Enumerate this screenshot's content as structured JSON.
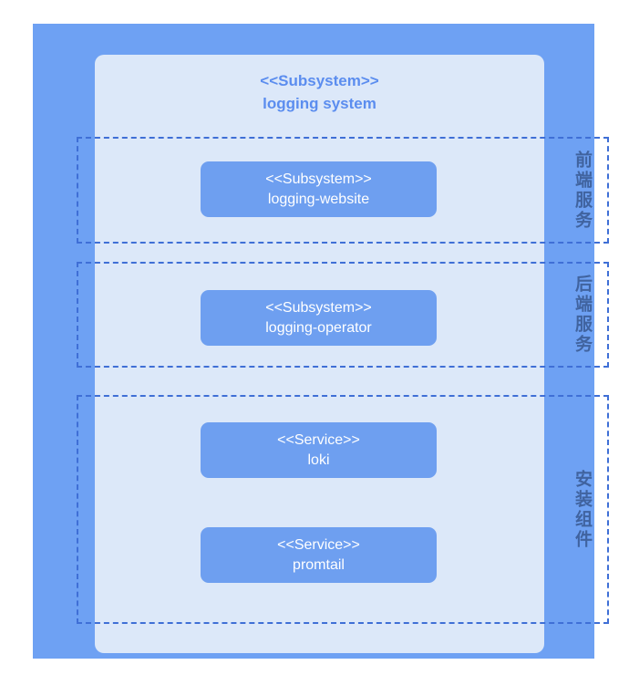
{
  "diagram": {
    "system": {
      "stereotype": "<<Subsystem>>",
      "name": "logging system"
    },
    "lanes": [
      {
        "id": "frontend",
        "label": "前端服务"
      },
      {
        "id": "backend",
        "label": "后端服务"
      },
      {
        "id": "components",
        "label": "安装组件"
      }
    ],
    "nodes": [
      {
        "id": "logging-website",
        "stereotype": "<<Subsystem>>",
        "name": "logging-website"
      },
      {
        "id": "logging-operator",
        "stereotype": "<<Subsystem>>",
        "name": "logging-operator"
      },
      {
        "id": "loki",
        "stereotype": "<<Service>>",
        "name": "loki"
      },
      {
        "id": "promtail",
        "stereotype": "<<Service>>",
        "name": "promtail"
      }
    ],
    "colors": {
      "outer_container": "#6ea1f3",
      "inner_panel": "#dce8f9",
      "node_fill": "#6e9ff0",
      "node_text": "#ffffff",
      "title_text": "#5b8def",
      "lane_border": "#3f6fd6",
      "lane_label_text": "#40639f"
    }
  }
}
